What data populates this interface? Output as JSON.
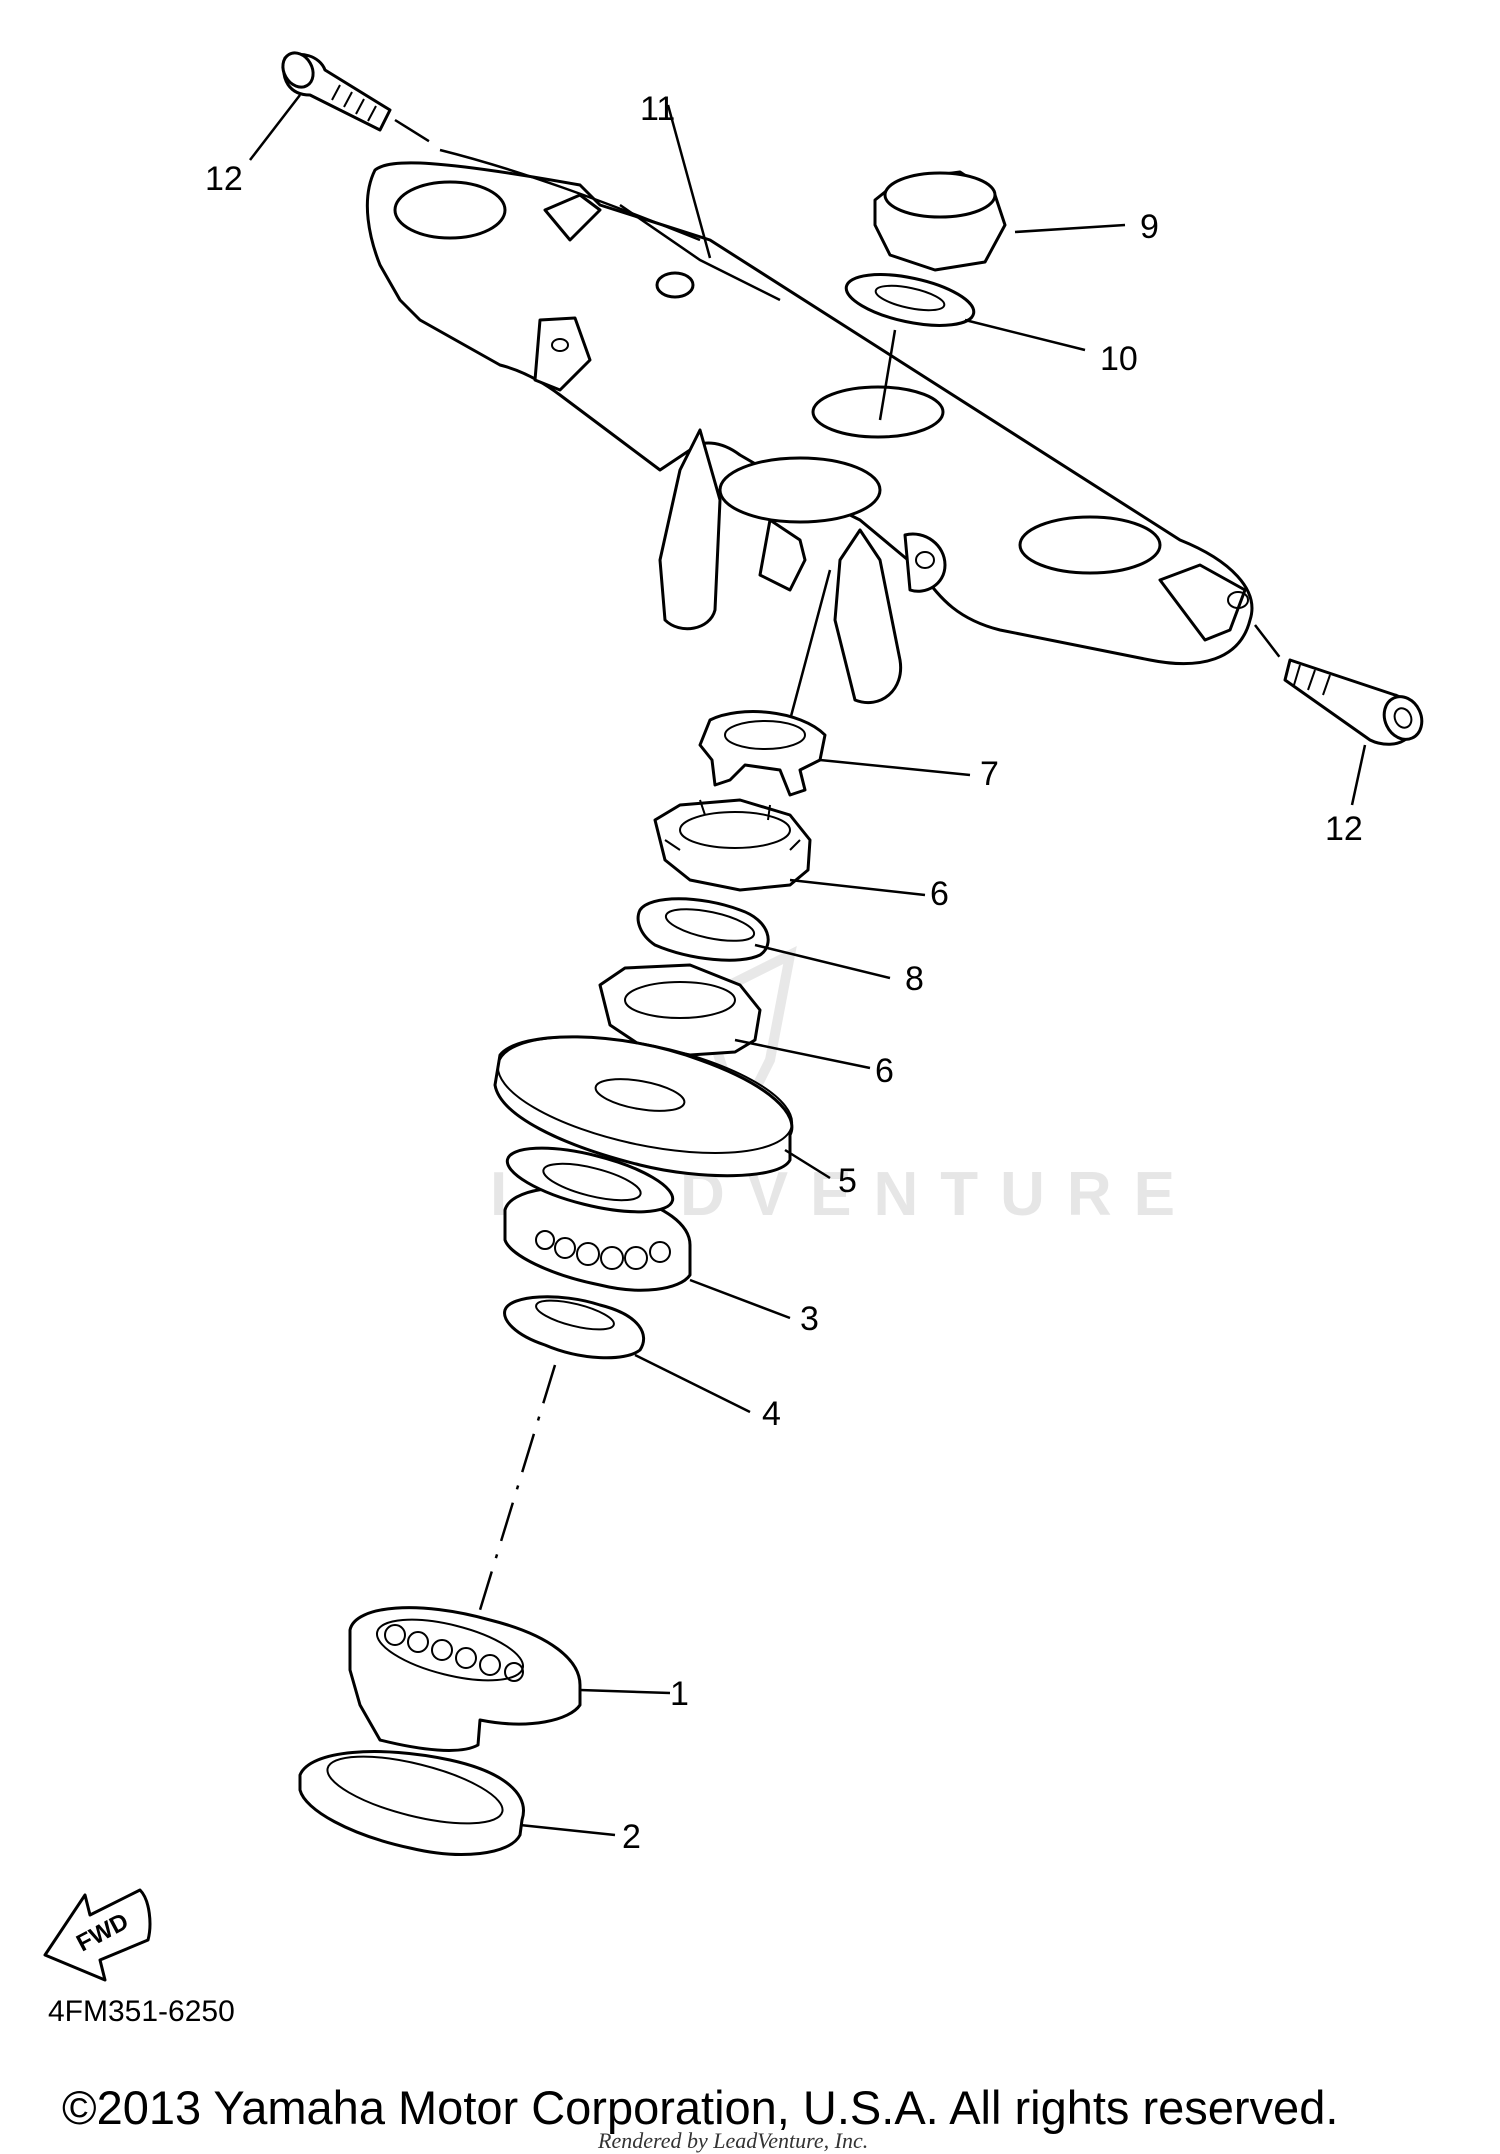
{
  "callouts": {
    "p1": "1",
    "p2": "2",
    "p3": "3",
    "p4": "4",
    "p5": "5",
    "p6a": "6",
    "p6b": "6",
    "p7": "7",
    "p8": "8",
    "p9": "9",
    "p10": "10",
    "p11": "11",
    "p12a": "12",
    "p12b": "12"
  },
  "fwd_label": "FWD",
  "watermark": "LEADVENTURE",
  "diagram_code": "4FM351-6250",
  "copyright": "©2013 Yamaha Motor Corporation, U.S.A. All rights reserved.",
  "rendered_by": "Rendered by LeadVenture, Inc."
}
